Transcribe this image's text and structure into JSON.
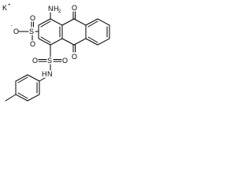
{
  "molecule": {
    "cation": {
      "symbol": "K",
      "charge": "+"
    },
    "anion_oxygen": {
      "symbol": "O",
      "charge": "-"
    },
    "atoms": {
      "n_amine": "N",
      "h2_amine": "H",
      "h2_subscript": "2",
      "s_sulfonate": "S",
      "o_sulfonate_double": "O",
      "o_sulfonate_down": "O",
      "o_keto_top": "O",
      "o_keto_bottom": "O",
      "o_sulfonyl_left": "O",
      "s_sulfonamide": "S",
      "o_sulfonyl_right": "O",
      "h_sulfonamide": "H",
      "n_sulfonamide": "N"
    }
  }
}
